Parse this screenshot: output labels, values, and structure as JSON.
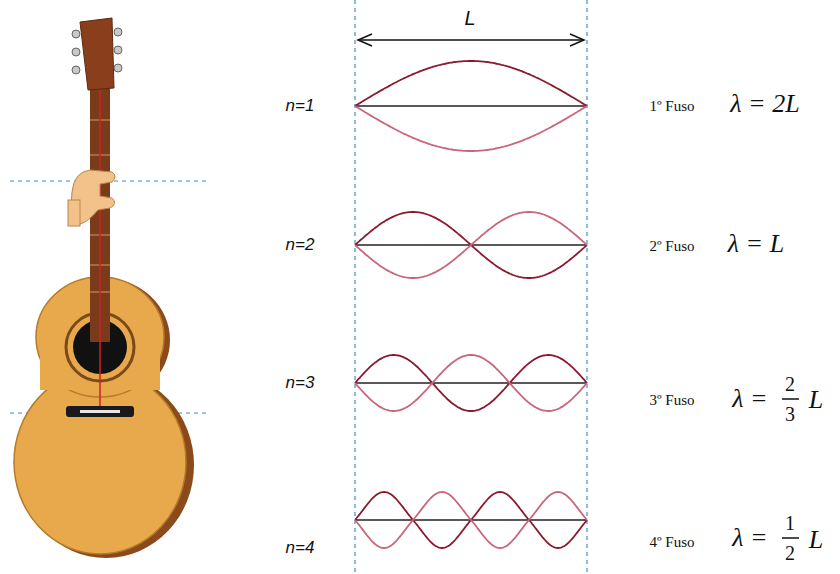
{
  "diagram": {
    "labels": [
      "L",
      "n=1",
      "n=2",
      "n=3",
      "n=4",
      "1º Fuso",
      "λ = 2L",
      "2º Fuso",
      "λ = L",
      "3º Fuso",
      "λ =",
      "2",
      "3",
      "L",
      "4º Fuso",
      "λ =",
      "1",
      "2",
      "L"
    ]
  }
}
